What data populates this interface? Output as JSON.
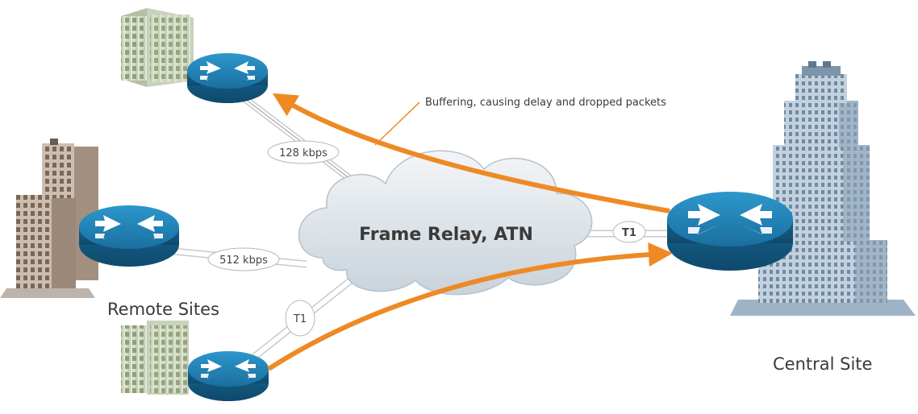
{
  "cloud": {
    "label": "Frame Relay, ATN"
  },
  "links": {
    "top": "128 kbps",
    "middle": "512 kbps",
    "bottom": "T1",
    "central": "T1"
  },
  "annotation": "Buffering, causing delay and dropped packets",
  "labels": {
    "remote": "Remote Sites",
    "central": "Central Site"
  },
  "colors": {
    "flow_arrow": "#ee8a24",
    "router": "#1f7fb3",
    "cloud": "#dfe6ec"
  }
}
